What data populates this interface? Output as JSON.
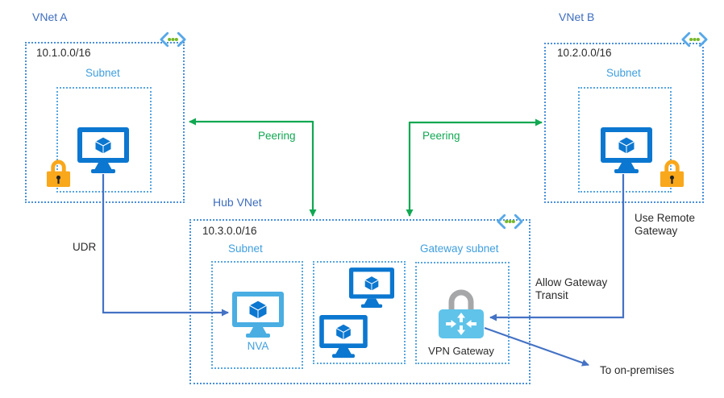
{
  "diagram": {
    "vnet_a": {
      "title": "VNet A",
      "cidr": "10.1.0.0/16",
      "subnet_label": "Subnet"
    },
    "vnet_b": {
      "title": "VNet B",
      "cidr": "10.2.0.0/16",
      "subnet_label": "Subnet"
    },
    "hub_vnet": {
      "title": "Hub VNet",
      "cidr": "10.3.0.0/16",
      "subnet_label": "Subnet",
      "nva_label": "NVA",
      "gateway_subnet_label": "Gateway subnet",
      "vpn_gateway_label": "VPN Gateway"
    },
    "connections": {
      "peering_left": "Peering",
      "peering_right": "Peering",
      "udr": "UDR",
      "use_remote_gateway": "Use Remote Gateway",
      "allow_gateway_transit": "Allow Gateway Transit",
      "to_on_premises": "To on-premises"
    },
    "colors": {
      "vm_blue": "#0b77d0",
      "nva_light_blue": "#4aaee3",
      "lock_orange": "#f9a71b",
      "vpn_body_blue": "#5fc3ea",
      "vpn_shackle_gray": "#a6a7a8",
      "peering_green": "#10a852",
      "arrow_blue": "#4472c4",
      "vnet_border_blue": "#4a90d9",
      "subnet_border_blue": "#58a6e0",
      "title_blue": "#3e6dbe",
      "subnet_label_blue": "#3f9fde",
      "vnet_icon_dot_green": "#76b82a"
    }
  }
}
